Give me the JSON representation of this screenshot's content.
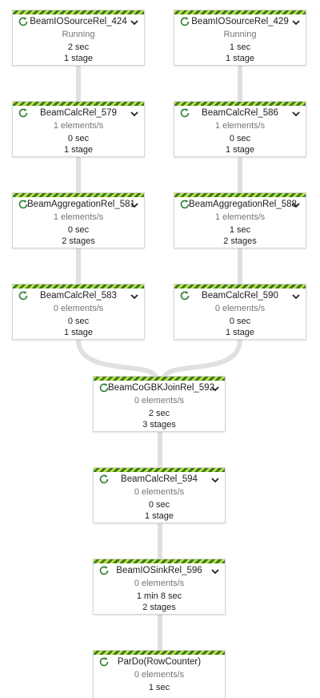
{
  "colors": {
    "stripe_dark": "#2e7d32",
    "stripe_light": "#cddc39",
    "edge": "#e0e0e0",
    "icon": "#2e7d32"
  },
  "icons": {
    "status": "refresh-circle-icon",
    "expand": "chevron-down-icon"
  },
  "nodes": [
    {
      "title": "BeamIOSourceRel_424",
      "rate": "Running",
      "time": "2 sec",
      "stages": "1 stage"
    },
    {
      "title": "BeamIOSourceRel_429",
      "rate": "Running",
      "time": "1 sec",
      "stages": "1 stage"
    },
    {
      "title": "BeamCalcRel_579",
      "rate": "1 elements/s",
      "time": "0 sec",
      "stages": "1 stage"
    },
    {
      "title": "BeamCalcRel_586",
      "rate": "1 elements/s",
      "time": "0 sec",
      "stages": "1 stage"
    },
    {
      "title": "BeamAggregationRel_581",
      "rate": "1 elements/s",
      "time": "0 sec",
      "stages": "2 stages"
    },
    {
      "title": "BeamAggregationRel_588",
      "rate": "1 elements/s",
      "time": "1 sec",
      "stages": "2 stages"
    },
    {
      "title": "BeamCalcRel_583",
      "rate": "0 elements/s",
      "time": "0 sec",
      "stages": "1 stage"
    },
    {
      "title": "BeamCalcRel_590",
      "rate": "0 elements/s",
      "time": "0 sec",
      "stages": "1 stage"
    },
    {
      "title": "BeamCoGBKJoinRel_592",
      "rate": "0 elements/s",
      "time": "2 sec",
      "stages": "3 stages"
    },
    {
      "title": "BeamCalcRel_594",
      "rate": "0 elements/s",
      "time": "0 sec",
      "stages": "1 stage"
    },
    {
      "title": "BeamIOSinkRel_596",
      "rate": "0 elements/s",
      "time": "1 min 8 sec",
      "stages": "2 stages"
    },
    {
      "title": "ParDo(RowCounter)",
      "rate": "0 elements/s",
      "time": "1 sec",
      "stages": ""
    }
  ]
}
